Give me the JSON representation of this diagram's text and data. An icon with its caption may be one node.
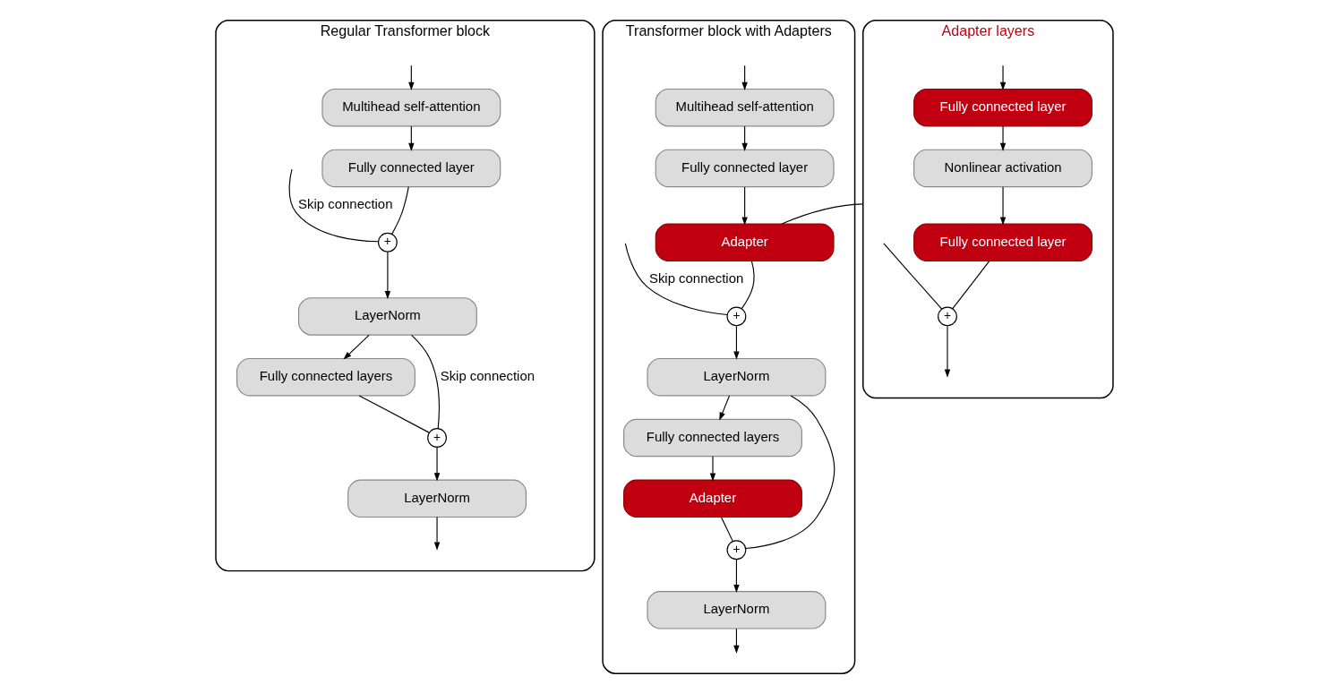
{
  "diagram": {
    "nodes": [
      {
        "text": [
          "Regular Transformer block"
        ]
      },
      {
        "text": [
          "Multihead self-attention"
        ],
        "in": 0
      },
      {
        "text": [
          "Fully connected layer"
        ],
        "in": 0
      },
      {
        "text": [
          "+"
        ],
        "in": 0
      },
      {
        "text": [
          "LayerNorm"
        ],
        "in": 0
      },
      {
        "text": [
          "Fully connected layers"
        ],
        "in": 0
      },
      {
        "text": [
          "+"
        ],
        "in": 0
      },
      {
        "text": [
          "LayerNorm"
        ],
        "in": 0
      },
      {
        "text": [
          "Transformer block with Adapters"
        ]
      },
      {
        "text": [
          "Multihead self-attention"
        ],
        "in": 8
      },
      {
        "text": [
          "Fully connected layer"
        ],
        "in": 8
      },
      {
        "text": [
          "Adapter"
        ],
        "in": 8
      },
      {
        "text": [
          "+"
        ],
        "in": 8
      },
      {
        "text": [
          "LayerNorm"
        ],
        "in": 8
      },
      {
        "text": [
          "Fully connected layers"
        ],
        "in": 8
      },
      {
        "text": [
          "Adapter"
        ],
        "in": 8
      },
      {
        "text": [
          "+"
        ],
        "in": 8
      },
      {
        "text": [
          "LayerNorm"
        ],
        "in": 8
      },
      {
        "text": [
          "Adapter layers"
        ]
      },
      {
        "text": [
          "Fully connected layer"
        ],
        "in": 18
      },
      {
        "text": [
          "Nonlinear activation"
        ],
        "in": 18
      },
      {
        "text": [
          "Fully connected layer"
        ],
        "in": 18
      },
      {
        "text": [
          "+"
        ],
        "in": 18
      }
    ],
    "edges": [
      {
        "from": null,
        "to": 1,
        "arrow": "to"
      },
      {
        "from": 1,
        "to": 2,
        "arrow": "to"
      },
      {
        "from": 2,
        "to": 3,
        "arrow": "none"
      },
      {
        "from": null,
        "to": 3,
        "arrow": "none",
        "label": "Skip connection"
      },
      {
        "from": 3,
        "to": 4,
        "arrow": "to"
      },
      {
        "from": 4,
        "to": 5,
        "arrow": "to"
      },
      {
        "from": 4,
        "to": 6,
        "arrow": "none",
        "label": "Skip connection"
      },
      {
        "from": 5,
        "to": 6,
        "arrow": "none"
      },
      {
        "from": 6,
        "to": 7,
        "arrow": "to"
      },
      {
        "from": 7,
        "to": null,
        "arrow": "to"
      },
      {
        "from": null,
        "to": 9,
        "arrow": "to"
      },
      {
        "from": 9,
        "to": 10,
        "arrow": "to"
      },
      {
        "from": 10,
        "to": 11,
        "arrow": "to"
      },
      {
        "from": 11,
        "to": 12,
        "arrow": "none"
      },
      {
        "from": null,
        "to": 12,
        "arrow": "none",
        "label": "Skip connection"
      },
      {
        "from": 12,
        "to": 13,
        "arrow": "to"
      },
      {
        "from": 13,
        "to": 14,
        "arrow": "to"
      },
      {
        "from": 13,
        "to": 16,
        "arrow": "none"
      },
      {
        "from": 14,
        "to": 15,
        "arrow": "to"
      },
      {
        "from": 15,
        "to": 16,
        "arrow": "none"
      },
      {
        "from": 16,
        "to": 17,
        "arrow": "to"
      },
      {
        "from": 17,
        "to": null,
        "arrow": "to"
      },
      {
        "from": 11,
        "to": 18,
        "arrow": "none"
      },
      {
        "from": null,
        "to": 19,
        "arrow": "to"
      },
      {
        "from": 19,
        "to": 20,
        "arrow": "to"
      },
      {
        "from": 20,
        "to": 21,
        "arrow": "to"
      },
      {
        "from": 21,
        "to": 22,
        "arrow": "none"
      },
      {
        "from": null,
        "to": 22,
        "arrow": "none"
      },
      {
        "from": 22,
        "to": null,
        "arrow": "to"
      }
    ]
  }
}
